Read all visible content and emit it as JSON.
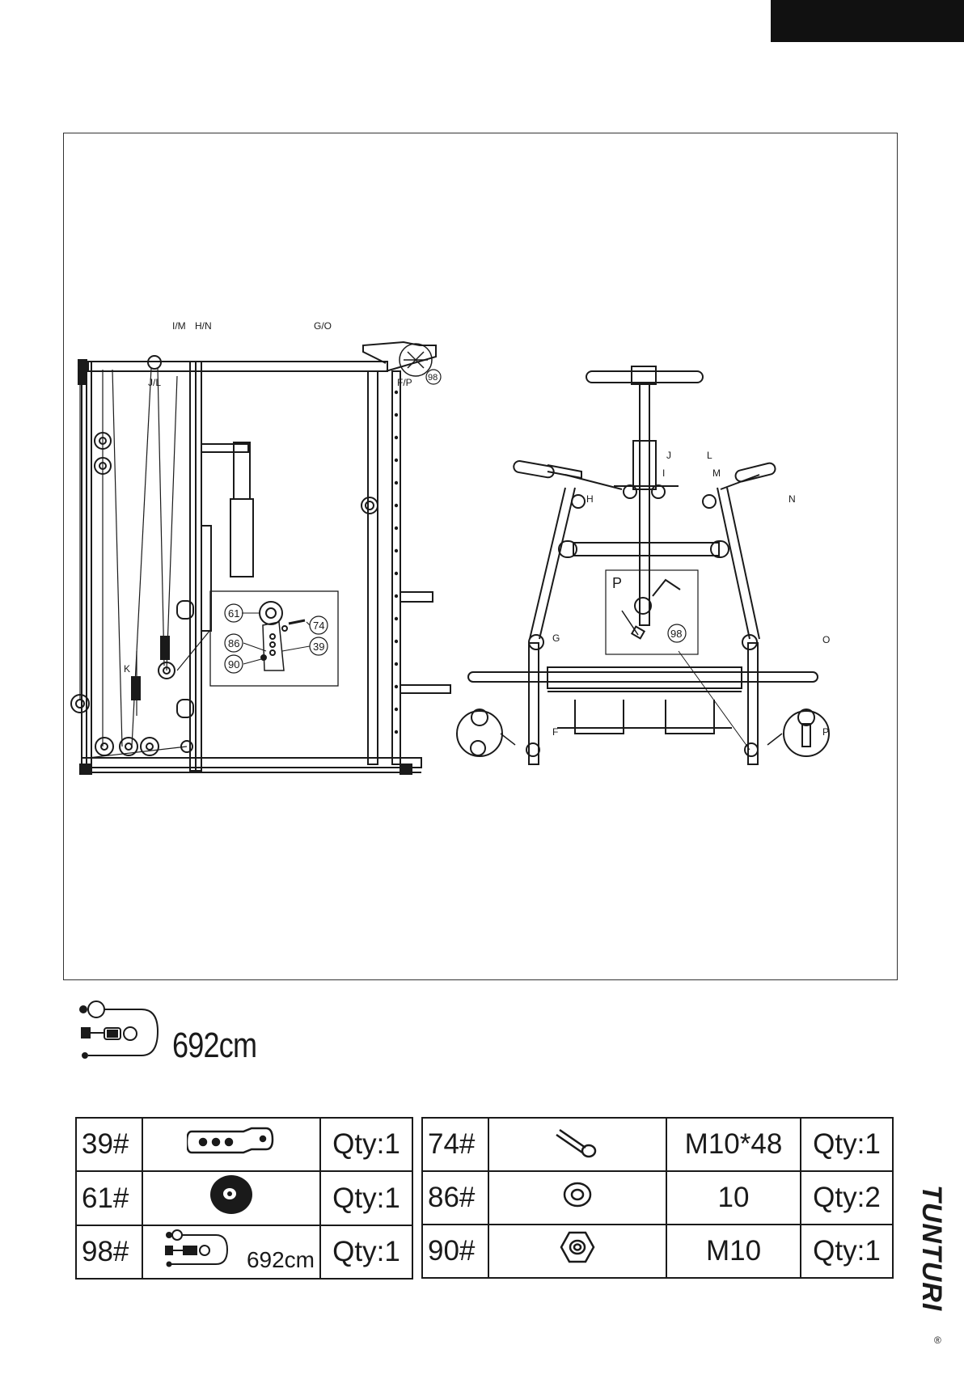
{
  "diagram": {
    "left_labels": {
      "im": "I/M",
      "hn": "H/N",
      "go": "G/O",
      "jl": "J/L",
      "fp": "F/P",
      "k": "K",
      "part98": "98"
    },
    "detail_inset": {
      "p61": "61",
      "p74": "74",
      "p86": "86",
      "p39": "39",
      "p90": "90"
    },
    "right_labels": {
      "j": "J",
      "l": "L",
      "i": "I",
      "m": "M",
      "h": "H",
      "n": "N",
      "g": "G",
      "o": "O",
      "f": "F",
      "p": "P",
      "inset_p": "P",
      "part98": "98"
    }
  },
  "cable": {
    "length": "692cm"
  },
  "parts_left": [
    {
      "code": "39#",
      "qty": "Qty:1",
      "icon": "bracket-icon"
    },
    {
      "code": "61#",
      "qty": "Qty:1",
      "icon": "pulley-icon"
    },
    {
      "code": "98#",
      "qty": "Qty:1",
      "icon": "cable-icon",
      "length": "692cm"
    }
  ],
  "parts_right": [
    {
      "code": "74#",
      "spec": "M10*48",
      "qty": "Qty:1",
      "icon": "bolt-icon"
    },
    {
      "code": "86#",
      "spec": "10",
      "qty": "Qty:2",
      "icon": "washer-icon"
    },
    {
      "code": "90#",
      "spec": "M10",
      "qty": "Qty:1",
      "icon": "nut-icon"
    }
  ],
  "brand": {
    "name": "TUNTURI"
  }
}
